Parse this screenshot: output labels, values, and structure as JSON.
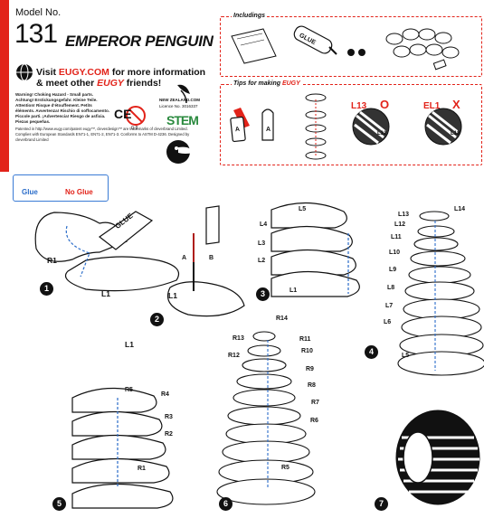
{
  "header": {
    "model_no_label": "Model No.",
    "model_number": "131",
    "title": "EMPEROR PENGUIN",
    "visit_line1_pre": "Visit ",
    "visit_line1_brand": "EUGY.COM",
    "visit_line1_post": " for more information",
    "visit_line2_pre": "& meet other ",
    "visit_line2_brand": "EUGY",
    "visit_line2_post": " friends!",
    "age_label": "0-3",
    "warning_text": "Warning! Choking Hazard - Small parts. Achtung! Erstickungsgefahr. Kleine Teile. Attention! Risque d'étouffement. Petits éléments. Avvertenza! Rischio di soffocamento. Piccole parti. ¡Advertencia! Riesgo de asfixia. Piezas pequeñas.",
    "legal_text": "Patented in http://www.eugy.com/patent  eugy™, cleverdesign™ are trademarks of cleverbrand Limited. Complies with European Standards EN71-1, EN71-2, EN71-3. Conforms to ASTM D-4236. Designed by cleverbrand Limited",
    "nz_label": "NEW ZEALAND.COM",
    "licence_label": "Licence No. 3016337",
    "stem_label": "STEM"
  },
  "includings": {
    "title": "Includings",
    "glue_label": "GLUE"
  },
  "tips": {
    "title": "Tips for making ",
    "title_brand": "EUGY",
    "label_A": "A",
    "correct_left": "L13",
    "correct_mark": "O",
    "correct_right": "L12",
    "wrong_left": "EL1",
    "wrong_mark": "X",
    "wrong_right": "L12"
  },
  "legend": {
    "glue": "Glue",
    "no_glue": "No Glue"
  },
  "steps": {
    "s1": {
      "num": "1",
      "parts": [
        "R1",
        "L1",
        "GLUE"
      ]
    },
    "s2": {
      "num": "2",
      "parts": [
        "A",
        "B",
        "L1"
      ]
    },
    "s3": {
      "num": "3",
      "parts": [
        "L5",
        "L4",
        "L3",
        "L2",
        "L1"
      ]
    },
    "s4": {
      "num": "4",
      "parts": [
        "L14",
        "L13",
        "L12",
        "L11",
        "L10",
        "L9",
        "L8",
        "L7",
        "L6",
        "L5"
      ]
    },
    "s5": {
      "num": "5",
      "parts": [
        "R5",
        "R4",
        "R3",
        "R2",
        "R1"
      ]
    },
    "s6": {
      "num": "6",
      "parts": [
        "R14",
        "R13",
        "R11",
        "R12",
        "R10",
        "R9",
        "R8",
        "R7",
        "R6",
        "R5"
      ]
    },
    "s7": {
      "num": "7"
    },
    "floating_label": "L1"
  }
}
